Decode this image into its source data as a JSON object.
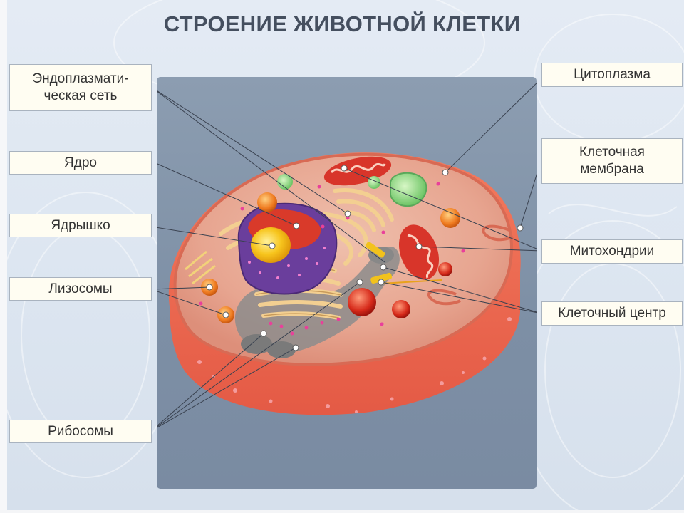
{
  "title": "СТРОЕНИЕ ЖИВОТНОЙ КЛЕТКИ",
  "labels": {
    "er": [
      "Эндоплазмати-",
      "ческая сеть"
    ],
    "nucleus": "Ядро",
    "nucleolus": "Ядрышко",
    "lysosomes": "Лизосомы",
    "ribosomes": "Рибосомы",
    "cytoplasm": "Цитоплазма",
    "membrane": [
      "Клеточная",
      "мембрана"
    ],
    "mitochondria": "Митохондрии",
    "centrosome": "Клеточный центр"
  },
  "colors": {
    "membrane": "#e8644c",
    "cytoplasm": "#e8a896",
    "nucleus": "#6a3e9c",
    "nucleolus": "#f2c21c",
    "er": "#f0c98a",
    "golgi": "#8a8a8a",
    "lysosome": "#ee7a1e",
    "mitochondrion": "#d8352a",
    "vacuole": "#7ed07a",
    "panel": "#7d8fa5"
  }
}
